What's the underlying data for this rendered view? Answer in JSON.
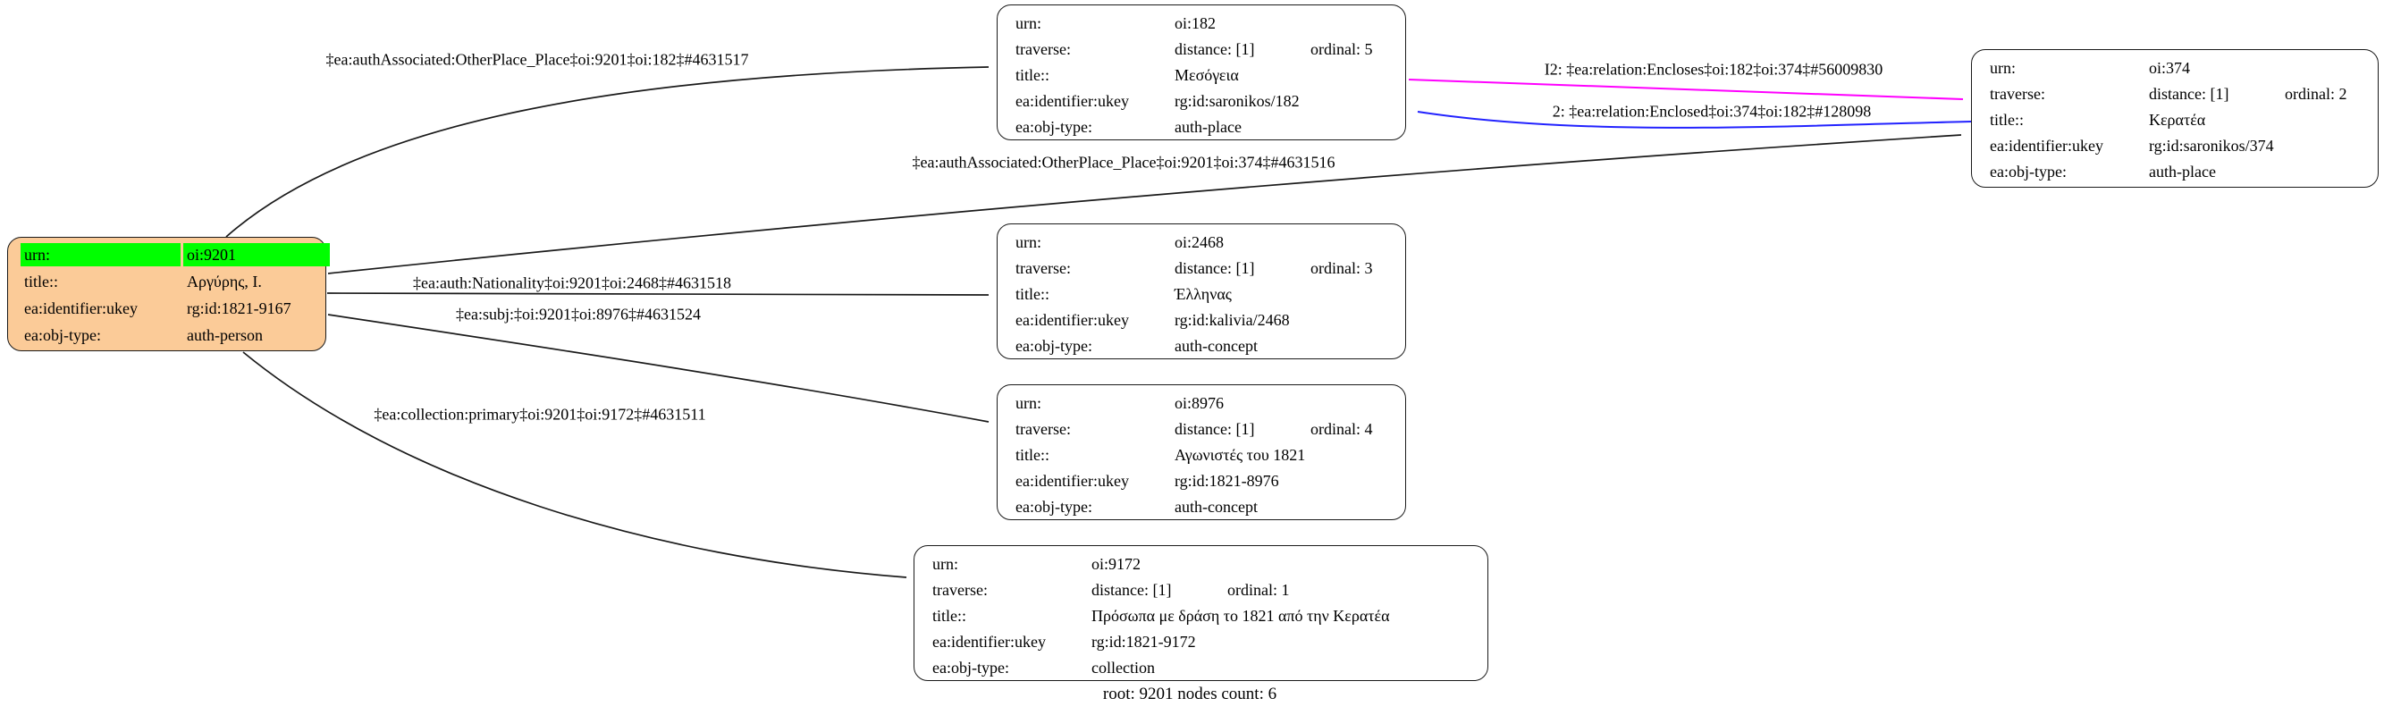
{
  "caption": "root: 9201 nodes count: 6",
  "colors": {
    "root_fill": "#FBCB98",
    "highlight": "#00FF00",
    "node_fill": "#FFFFFF",
    "edge": "#1A1A1A",
    "encloses": "#FF00FF",
    "enclosed": "#2222FF"
  },
  "root": {
    "urn_label": "urn:",
    "urn": "oi:9201",
    "title_label": "title::",
    "title": "Αργύρης, Ι.",
    "id_label": "ea:identifier:ukey",
    "identifier": "rg:id:1821-9167",
    "type_label": "ea:obj-type:",
    "objtype": "auth-person"
  },
  "nodes": [
    {
      "urn_label": "urn:",
      "urn": "oi:182",
      "traverse_label": "traverse:",
      "distance": "distance: [1]",
      "ordinal": "ordinal: 5",
      "title_label": "title::",
      "title": "Μεσόγεια",
      "id_label": "ea:identifier:ukey",
      "identifier": "rg:id:saronikos/182",
      "type_label": "ea:obj-type:",
      "objtype": "auth-place"
    },
    {
      "urn_label": "urn:",
      "urn": "oi:374",
      "traverse_label": "traverse:",
      "distance": "distance: [1]",
      "ordinal": "ordinal: 2",
      "title_label": "title::",
      "title": "Κερατέα",
      "id_label": "ea:identifier:ukey",
      "identifier": "rg:id:saronikos/374",
      "type_label": "ea:obj-type:",
      "objtype": "auth-place"
    },
    {
      "urn_label": "urn:",
      "urn": "oi:2468",
      "traverse_label": "traverse:",
      "distance": "distance: [1]",
      "ordinal": "ordinal: 3",
      "title_label": "title::",
      "title": "Έλληνας",
      "id_label": "ea:identifier:ukey",
      "identifier": "rg:id:kalivia/2468",
      "type_label": "ea:obj-type:",
      "objtype": "auth-concept"
    },
    {
      "urn_label": "urn:",
      "urn": "oi:8976",
      "traverse_label": "traverse:",
      "distance": "distance: [1]",
      "ordinal": "ordinal: 4",
      "title_label": "title::",
      "title": "Αγωνιστές του 1821",
      "id_label": "ea:identifier:ukey",
      "identifier": "rg:id:1821-8976",
      "type_label": "ea:obj-type:",
      "objtype": "auth-concept"
    },
    {
      "urn_label": "urn:",
      "urn": "oi:9172",
      "traverse_label": "traverse:",
      "distance": "distance: [1]",
      "ordinal": "ordinal: 1",
      "title_label": "title::",
      "title": "Πρόσωπα με δράση το 1821 από την Κερατέα",
      "id_label": "ea:identifier:ukey",
      "identifier": "rg:id:1821-9172",
      "type_label": "ea:obj-type:",
      "objtype": "collection"
    }
  ],
  "edge_labels": [
    {
      "text": "‡ea:authAssociated:OtherPlace_Place‡oi:9201‡oi:182‡#4631517"
    },
    {
      "text": "‡ea:authAssociated:OtherPlace_Place‡oi:9201‡oi:374‡#4631516"
    },
    {
      "text": "‡ea:auth:Nationality‡oi:9201‡oi:2468‡#4631518"
    },
    {
      "text": "‡ea:subj:‡oi:9201‡oi:8976‡#4631524"
    },
    {
      "text": "‡ea:collection:primary‡oi:9201‡oi:9172‡#4631511"
    },
    {
      "text": "I2: ‡ea:relation:Encloses‡oi:182‡oi:374‡#56009830"
    },
    {
      "text": "2: ‡ea:relation:Enclosed‡oi:374‡oi:182‡#128098"
    }
  ]
}
